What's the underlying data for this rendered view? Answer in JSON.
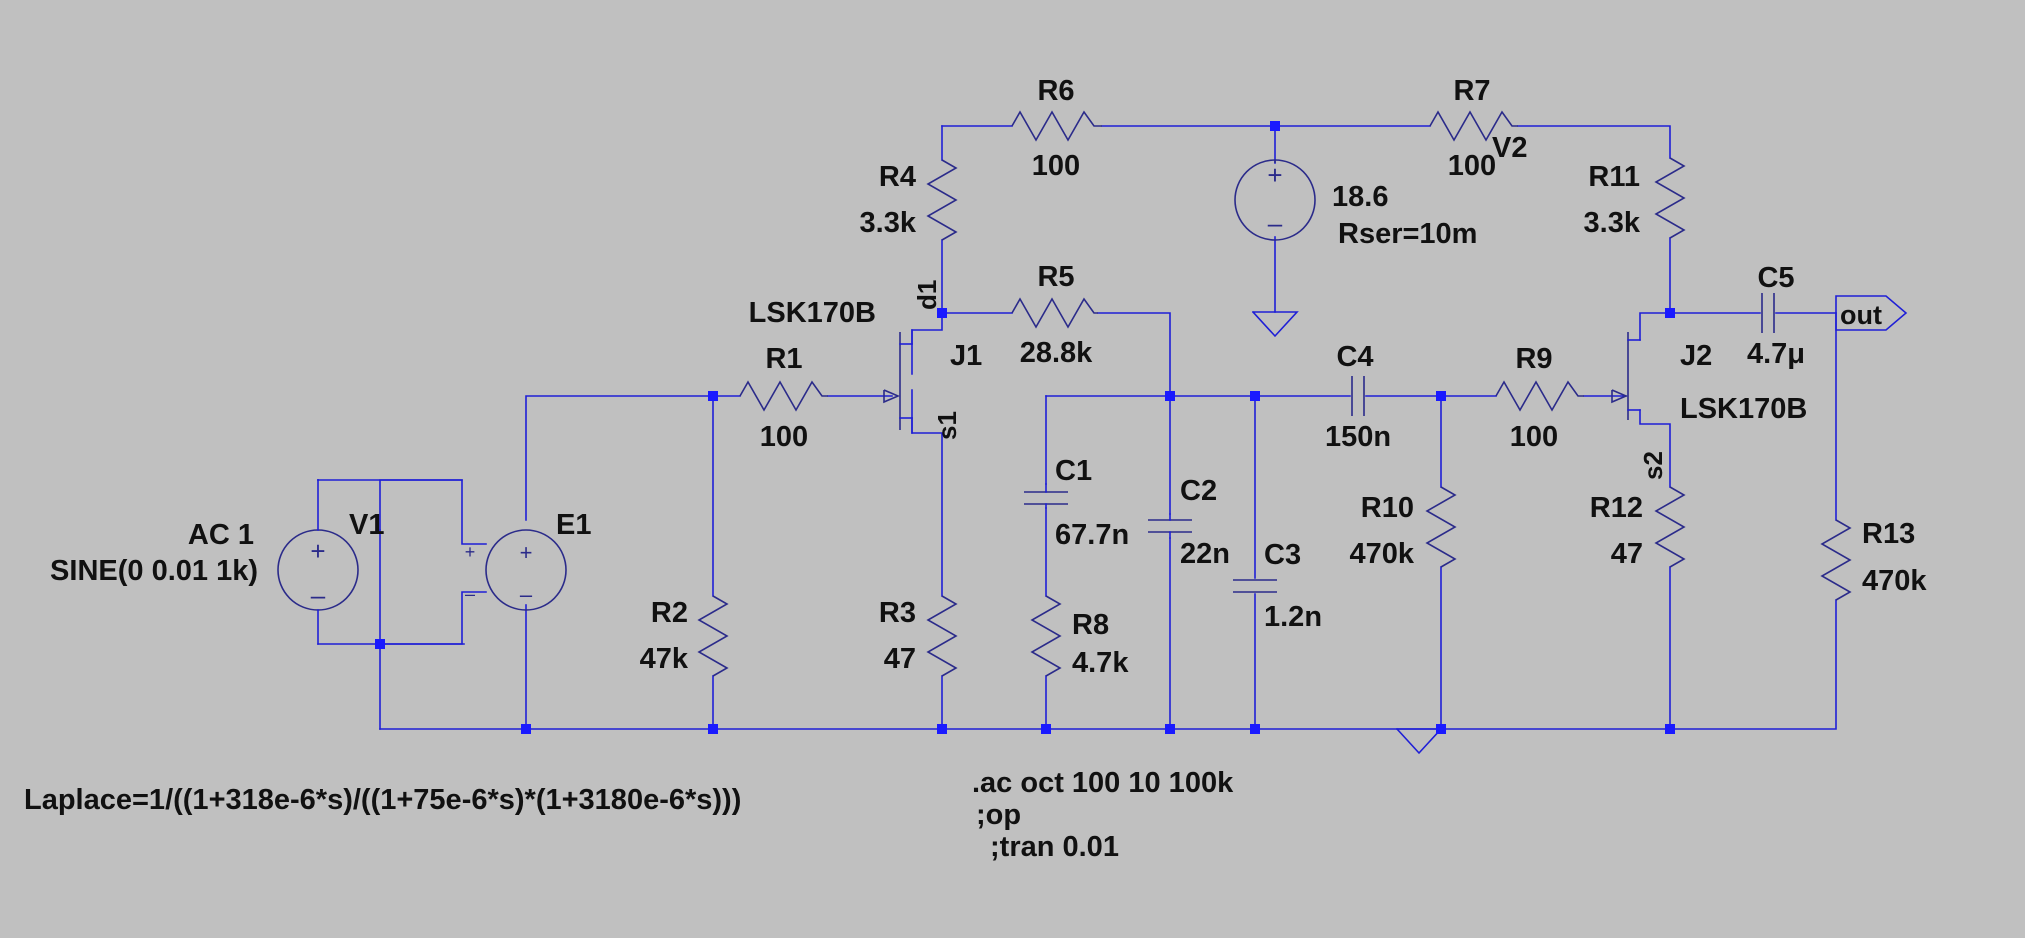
{
  "components": {
    "R1": {
      "ref": "R1",
      "value": "100"
    },
    "R2": {
      "ref": "R2",
      "value": "47k"
    },
    "R3": {
      "ref": "R3",
      "value": "47"
    },
    "R4": {
      "ref": "R4",
      "value": "3.3k"
    },
    "R5": {
      "ref": "R5",
      "value": "28.8k"
    },
    "R6": {
      "ref": "R6",
      "value": "100"
    },
    "R7": {
      "ref": "R7",
      "value": "100"
    },
    "R8": {
      "ref": "R8",
      "value": "4.7k"
    },
    "R9": {
      "ref": "R9",
      "value": "100"
    },
    "R10": {
      "ref": "R10",
      "value": "470k"
    },
    "R11": {
      "ref": "R11",
      "value": "3.3k"
    },
    "R12": {
      "ref": "R12",
      "value": "47"
    },
    "R13": {
      "ref": "R13",
      "value": "470k"
    },
    "C1": {
      "ref": "C1",
      "value": "67.7n"
    },
    "C2": {
      "ref": "C2",
      "value": "22n"
    },
    "C3": {
      "ref": "C3",
      "value": "1.2n"
    },
    "C4": {
      "ref": "C4",
      "value": "150n"
    },
    "C5": {
      "ref": "C5",
      "value": "4.7μ"
    },
    "J1": {
      "ref": "J1",
      "model": "LSK170B",
      "drain": "d1",
      "source": "s1"
    },
    "J2": {
      "ref": "J2",
      "model": "LSK170B",
      "source": "s2"
    },
    "V1": {
      "ref": "V1",
      "ac": "AC 1",
      "source": "SINE(0 0.01 1k)"
    },
    "V2": {
      "ref": "V2",
      "value": "18.6",
      "rser": "Rser=10m"
    },
    "E1": {
      "ref": "E1",
      "laplace": "Laplace=1/((1+318e-6*s)/((1+75e-6*s)*(1+3180e-6*s)))"
    }
  },
  "output_label": "out",
  "directives": {
    "ac": ".ac oct 100 10 100k",
    "op": ";op",
    "tran": ";tran 0.01"
  },
  "colors": {
    "background": "#c0c0c0",
    "wire": "#1f1fd6",
    "junction": "#1a1aff",
    "text": "#111111"
  }
}
